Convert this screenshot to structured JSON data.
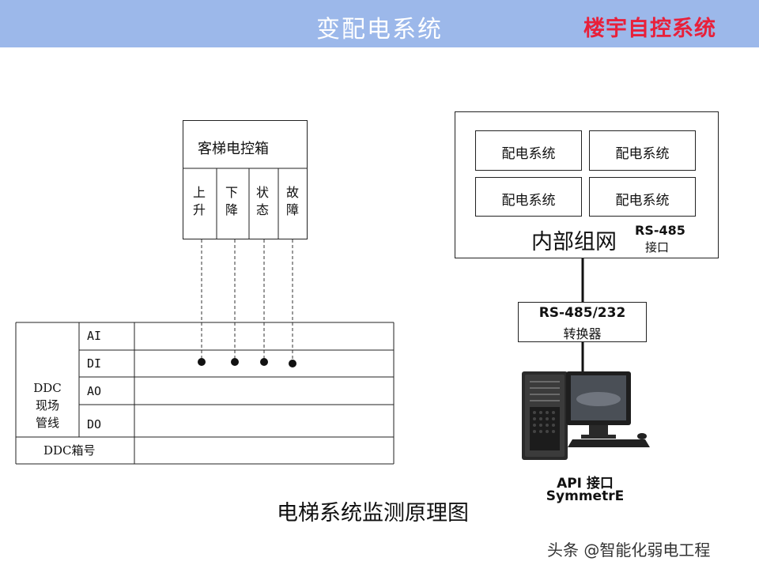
{
  "header": {
    "title": "变配电系统",
    "brand": "楼宇自控系统",
    "banner_color": "#9cb8ea",
    "brand_color": "#e8203a"
  },
  "elevator_box": {
    "title": "客梯电控箱",
    "signals": [
      {
        "line1": "上",
        "line2": "升"
      },
      {
        "line1": "下",
        "line2": "降"
      },
      {
        "line1": "状",
        "line2": "态"
      },
      {
        "line1": "故",
        "line2": "障"
      }
    ]
  },
  "ddc_table": {
    "group_label_lines": [
      "DDC",
      "现场",
      "管线"
    ],
    "rows": [
      "AI",
      "DI",
      "AO",
      "DO"
    ],
    "footer": "DDC箱号"
  },
  "network": {
    "subsystems": [
      "配电系统",
      "配电系统",
      "配电系统",
      "配电系统"
    ],
    "inner_label": "内部组网",
    "port_top": "RS-485",
    "port_bottom": "接口"
  },
  "converter": {
    "line1": "RS-485/232",
    "line2": "转换器"
  },
  "computer": {
    "icon": "desktop-computer-icon",
    "api_line1": "API 接口",
    "api_line2": "SymmetrE"
  },
  "caption": "电梯系统监测原理图",
  "watermark": "头条 @智能化弱电工程"
}
